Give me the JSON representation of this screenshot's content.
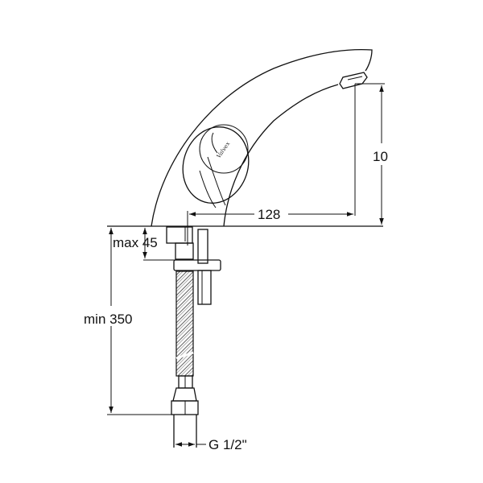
{
  "drawing": {
    "title": "Faucet dimension drawing",
    "dimensions": {
      "spout_height": "10",
      "spout_reach": "128",
      "counter_thickness": "max 45",
      "hose_length": "min 350",
      "connection_thread": "G 1/2\""
    }
  }
}
